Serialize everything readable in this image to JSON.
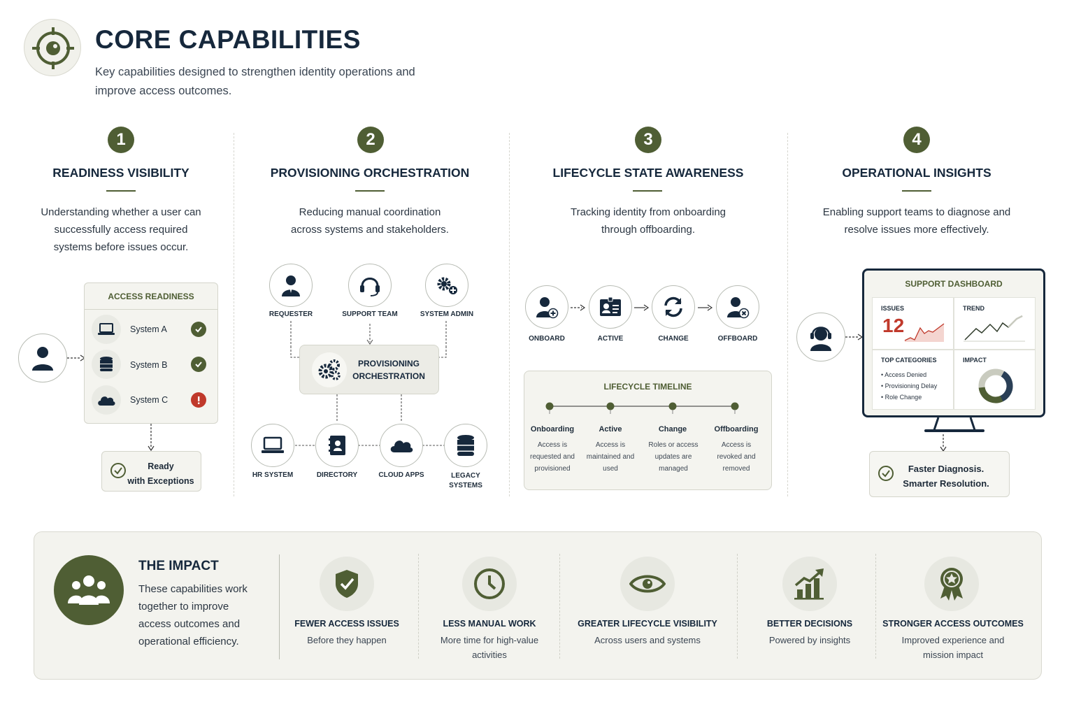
{
  "header": {
    "title": "CORE CAPABILITIES",
    "subtitle": "Key capabilities designed to strengthen identity operations and improve access outcomes.",
    "icon": "target-icon"
  },
  "columns": [
    {
      "number": "1",
      "title": "READINESS VISIBILITY",
      "description": "Understanding whether a user can successfully access required systems before issues occur."
    },
    {
      "number": "2",
      "title": "PROVISIONING ORCHESTRATION",
      "description": "Reducing manual coordination across systems and stakeholders."
    },
    {
      "number": "3",
      "title": "LIFECYCLE STATE AWARENESS",
      "description": "Tracking identity from onboarding through offboarding."
    },
    {
      "number": "4",
      "title": "OPERATIONAL INSIGHTS",
      "description": "Enabling support teams to diagnose and resolve issues more effectively."
    }
  ],
  "readiness": {
    "panel_title": "ACCESS READINESS",
    "systems": [
      {
        "name": "System A",
        "icon": "laptop-icon",
        "status": "ok"
      },
      {
        "name": "System B",
        "icon": "database-icon",
        "status": "ok"
      },
      {
        "name": "System C",
        "icon": "cloud-icon",
        "status": "warning"
      }
    ],
    "result_line1": "Ready",
    "result_line2": "with Exceptions"
  },
  "provisioning": {
    "actors": [
      "REQUESTER",
      "SUPPORT TEAM",
      "SYSTEM ADMIN"
    ],
    "hub_line1": "PROVISIONING",
    "hub_line2": "ORCHESTRATION",
    "targets": [
      "HR SYSTEM",
      "DIRECTORY",
      "CLOUD APPS"
    ],
    "target_legacy_line1": "LEGACY",
    "target_legacy_line2": "SYSTEMS"
  },
  "lifecycle": {
    "states": [
      "ONBOARD",
      "ACTIVE",
      "CHANGE",
      "OFFBOARD"
    ],
    "timeline_title": "LIFECYCLE TIMELINE",
    "steps": [
      {
        "title": "Onboarding",
        "text": "Access is requested and provisioned"
      },
      {
        "title": "Active",
        "text": "Access is maintained and used"
      },
      {
        "title": "Change",
        "text": "Roles or access updates are managed"
      },
      {
        "title": "Offboarding",
        "text": "Access is revoked and removed"
      }
    ]
  },
  "insights": {
    "dashboard_title": "SUPPORT DASHBOARD",
    "issues_label": "ISSUES",
    "issues_value": "12",
    "trend_label": "TREND",
    "top_categories_label": "TOP CATEGORIES",
    "top_categories": [
      "Access Denied",
      "Provisioning Delay",
      "Role Change"
    ],
    "impact_label": "IMPACT",
    "result_line1": "Faster Diagnosis.",
    "result_line2": "Smarter Resolution.",
    "colors": {
      "alert": "#c0392b",
      "accent": "#4f5e34",
      "navy": "#2a3f56"
    }
  },
  "impact": {
    "title": "THE IMPACT",
    "description": "These capabilities work together to improve access outcomes and operational efficiency.",
    "items": [
      {
        "title": "FEWER ACCESS ISSUES",
        "subtitle": "Before they happen",
        "icon": "shield-check-icon"
      },
      {
        "title": "LESS MANUAL WORK",
        "subtitle": "More time for high-value activities",
        "icon": "clock-icon"
      },
      {
        "title": "GREATER LIFECYCLE VISIBILITY",
        "subtitle": "Across users and systems",
        "icon": "eye-icon"
      },
      {
        "title": "BETTER DECISIONS",
        "subtitle": "Powered by insights",
        "icon": "chart-growth-icon"
      },
      {
        "title": "STRONGER ACCESS OUTCOMES",
        "subtitle": "Improved experience and mission impact",
        "icon": "award-icon"
      }
    ]
  }
}
